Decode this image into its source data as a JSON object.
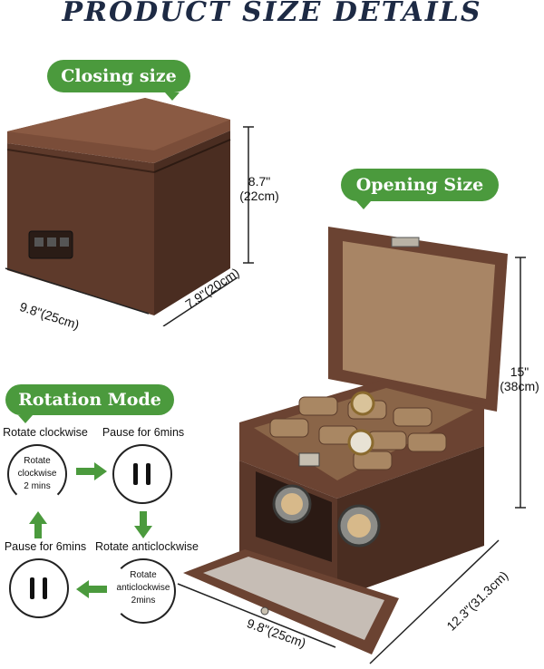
{
  "header": {
    "title": "PRODUCT SIZE DETAILS"
  },
  "closing": {
    "label": "Closing size",
    "height": "8.7\"",
    "height_cm": "(22cm)",
    "width": "9.8\"(25cm)",
    "depth": "7.9\"(20cm)"
  },
  "opening": {
    "label": "Opening Size",
    "height": "15\"",
    "height_cm": "(38cm)",
    "width": "9.8\"(25cm)",
    "depth": "12.3\"(31.3cm)"
  },
  "rotation": {
    "label": "Rotation Mode",
    "step1_caption": "Rotate clockwise",
    "step1_inner": [
      "Rotate",
      "clockwise",
      "2 mins"
    ],
    "step2_caption": "Pause for 6mins",
    "step3_caption": "Rotate anticlockwise",
    "step3_inner": [
      "Rotate",
      "anticlockwise",
      "2mins"
    ],
    "step4_caption": "Pause for 6mins"
  },
  "colors": {
    "accent": "#4b9a3d",
    "title": "#1d2a44",
    "leather": "#6b4332",
    "suede": "#9a7a5c"
  },
  "icons": [
    "pause-icon",
    "arrow-right-icon",
    "arrow-down-icon",
    "arrow-left-icon",
    "arrow-up-icon"
  ]
}
